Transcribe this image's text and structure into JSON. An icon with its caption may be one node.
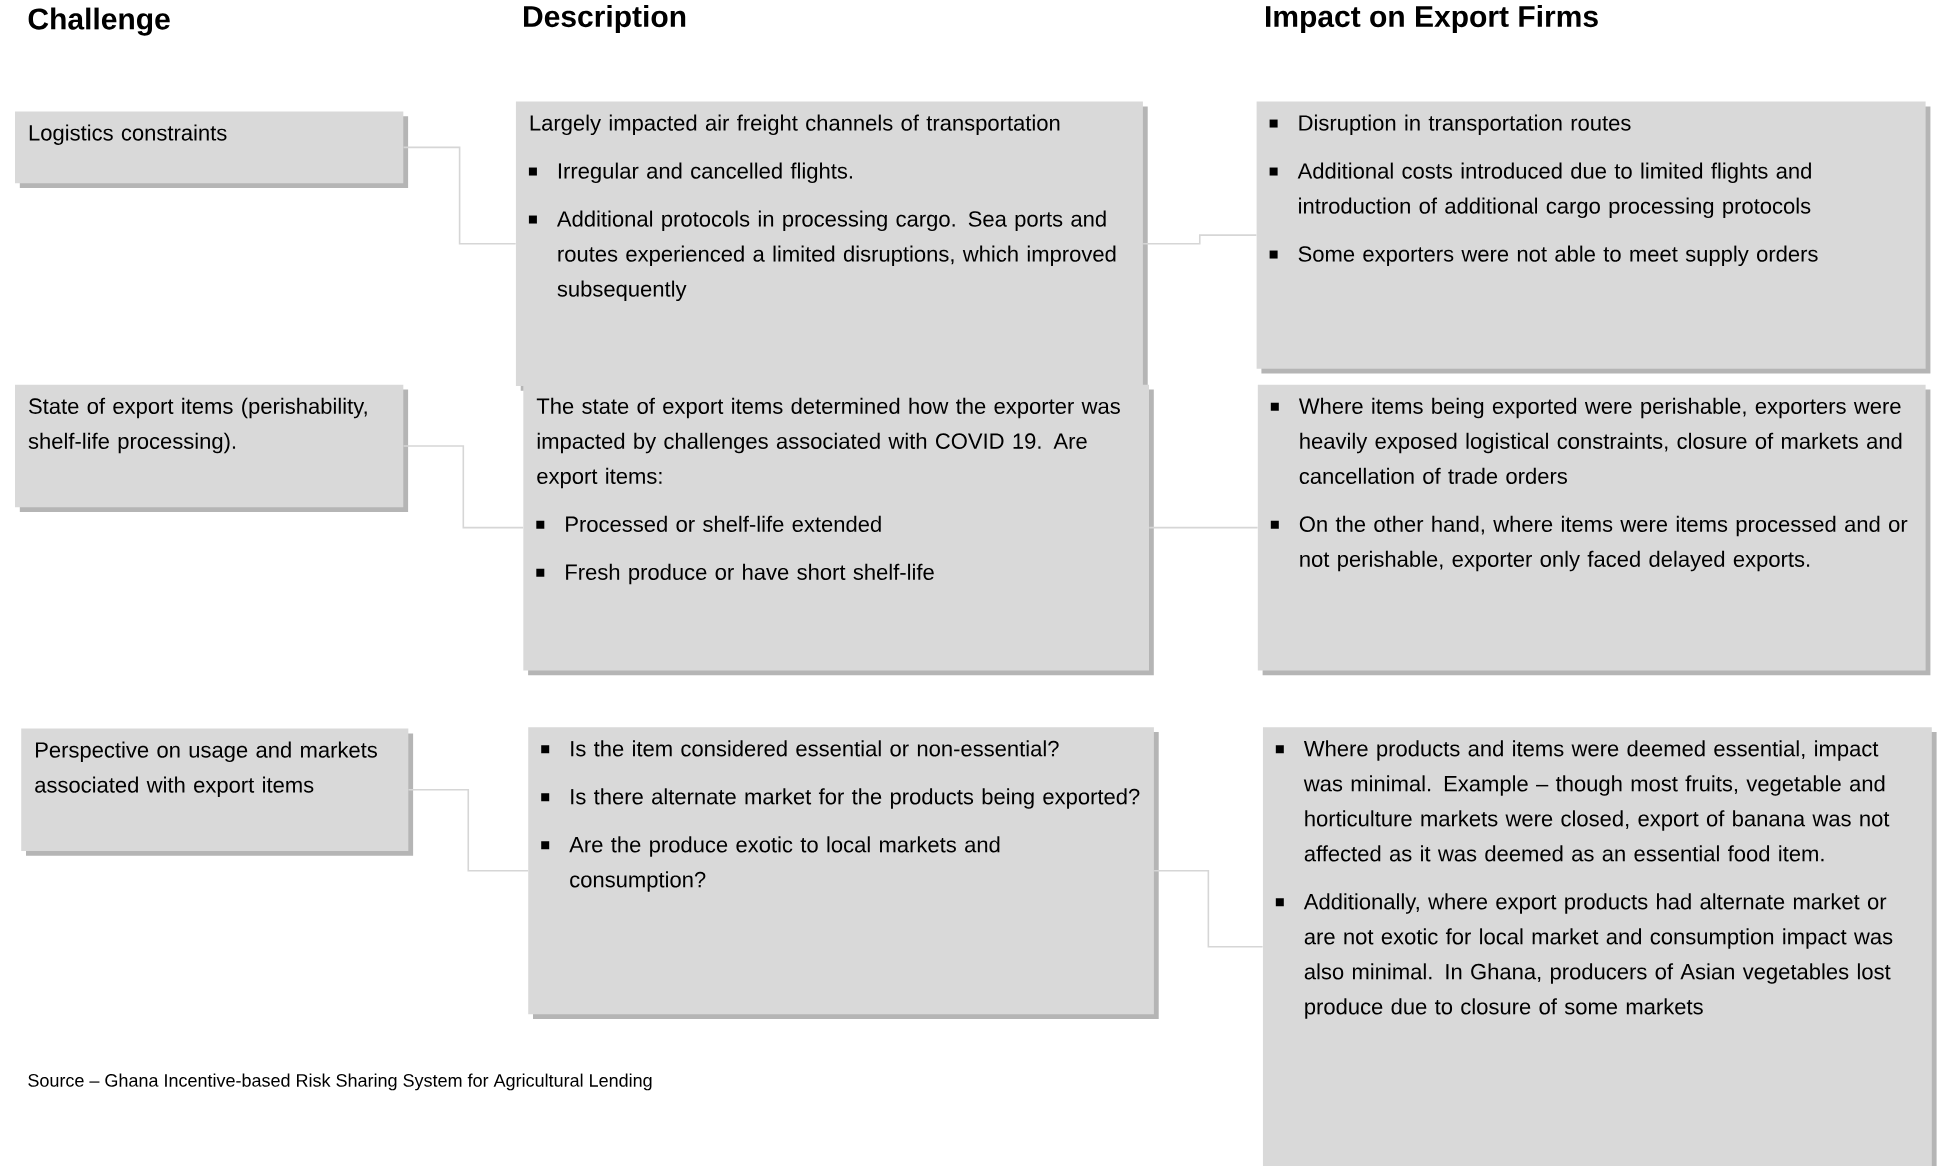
{
  "diagram": {
    "nodes": [
      {
        "text": [
          "Logistics constraints"
        ]
      },
      {
        "text": [
          "Largely impacted air freight channels of transportation",
          "Irregular and cancelled flights.",
          "Additional protocols in processing cargo. Sea ports and routes experienced a limited disruptions, which improved subsequently"
        ]
      },
      {
        "text": [
          "Disruption in transportation routes",
          "Additional costs introduced due to limited flights and introduction of additional cargo processing protocols",
          "Some exporters were not able to meet supply orders"
        ]
      },
      {
        "text": [
          "State of export items (perishability, shelf-life processing)."
        ]
      },
      {
        "text": [
          "The state of export items determined how the exporter was impacted by challenges associated with COVID 19. Are export items:",
          "Processed or shelf-life extended",
          "Fresh produce or have short shelf-life"
        ]
      },
      {
        "text": [
          "Where items being exported were perishable, exporters were heavily exposed logistical constraints, closure of markets and cancellation of trade orders",
          "On the other hand, where items were items processed and or not perishable, exporter only faced delayed exports."
        ]
      },
      {
        "text": [
          "Perspective on usage and markets associated with export items"
        ]
      },
      {
        "text": [
          "Is the item considered essential or non-essential?",
          "Is there alternate market for the products being exported?",
          "Are the produce exotic to local markets and consumption?"
        ]
      },
      {
        "text": [
          "Where products and items were deemed essential, impact was minimal. Example – though most fruits, vegetable and horticulture markets were closed, export of banana was not affected as it was deemed as an essential food item.",
          "Additionally, where export products had alternate market or are not exotic for local market and consumption impact was also minimal. In Ghana, producers of Asian vegetables lost produce due to closure of some markets"
        ]
      }
    ],
    "edges": [
      {
        "from": 0,
        "to": 1,
        "arrow": "none"
      },
      {
        "from": 1,
        "to": 2,
        "arrow": "none"
      },
      {
        "from": 3,
        "to": 4,
        "arrow": "none"
      },
      {
        "from": 4,
        "to": 5,
        "arrow": "none"
      },
      {
        "from": 6,
        "to": 7,
        "arrow": "none"
      },
      {
        "from": 7,
        "to": 8,
        "arrow": "none"
      }
    ],
    "labels": [
      "Challenge",
      "Description",
      "Impact on Export Firms",
      "Source – Ghana Incentive-based Risk Sharing System for Agricultural Lending"
    ]
  }
}
